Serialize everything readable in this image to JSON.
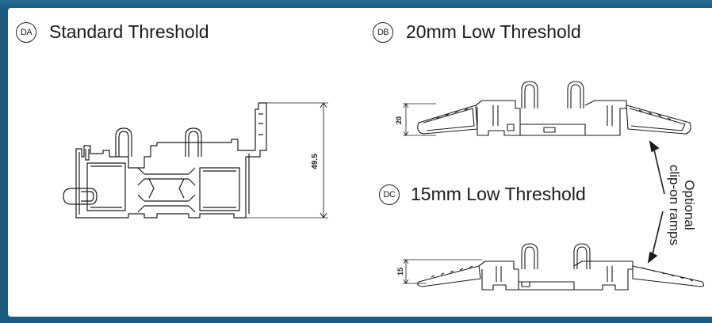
{
  "sections": {
    "da": {
      "badge": "DA",
      "title": "Standard Threshold",
      "dimension": "49.5"
    },
    "db": {
      "badge": "DB",
      "title": "20mm Low Threshold",
      "dimension": "20"
    },
    "dc": {
      "badge": "DC",
      "title": "15mm Low Threshold",
      "dimension": "15"
    }
  },
  "note": {
    "line1": "Optional",
    "line2": "clip-on ramps"
  },
  "colors": {
    "frame": "#1b5a82",
    "background": "#ffffff",
    "ink": "#1a1a1a"
  }
}
